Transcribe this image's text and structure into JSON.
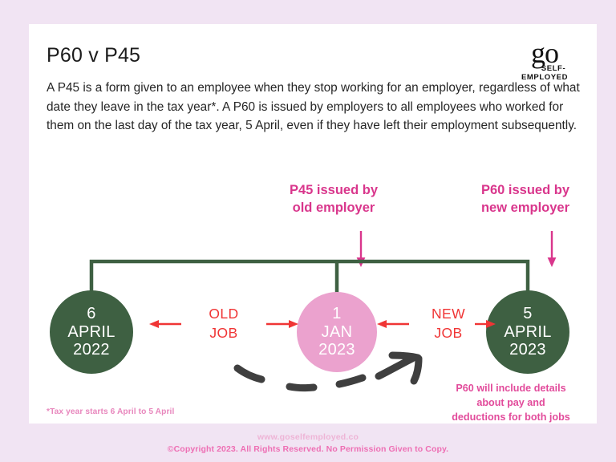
{
  "header": {
    "title": "P60 v P45",
    "logo": {
      "mark": "go",
      "line1": "SELF-",
      "line2": "EMPLOYED"
    }
  },
  "intro": {
    "paragraph": "A P45 is a form given to an employee when they stop working for an employer, regardless of what date they leave in the tax year*. A P60 is issued by employers to all employees who worked for them on the last day of the tax year, 5 April, even if they have left their employment subsequently."
  },
  "diagram": {
    "callouts": [
      {
        "id": "p45",
        "text": "P45 issued by\nold employer",
        "color": "#d9368c"
      },
      {
        "id": "p60",
        "text": "P60 issued by\nnew employer",
        "color": "#d9368c"
      }
    ],
    "nodes": [
      {
        "id": "start",
        "day": "6",
        "month": "APRIL",
        "year": "2022",
        "color": "#3e6042"
      },
      {
        "id": "mid",
        "day": "1",
        "month": "JAN",
        "year": "2023",
        "color": "#eba2ce"
      },
      {
        "id": "end",
        "day": "5",
        "month": "APRIL",
        "year": "2023",
        "color": "#3e6042"
      }
    ],
    "job_labels": [
      {
        "id": "old",
        "text": "OLD\nJOB",
        "color": "#f03535"
      },
      {
        "id": "new",
        "text": "NEW\nJOB",
        "color": "#f03535"
      }
    ],
    "note": "P60 will include details\nabout pay and\ndeductions for both jobs",
    "bracket_color": "#3e6042",
    "arrow_color": "#d9368c",
    "doodle_color": "#3f3f3f"
  },
  "footnote": "*Tax year starts 6 April to 5 April",
  "footer": {
    "url": "www.goselfemployed.co",
    "copyright": "©Copyright 2023. All Rights Reserved. No Permission Given to Copy."
  }
}
